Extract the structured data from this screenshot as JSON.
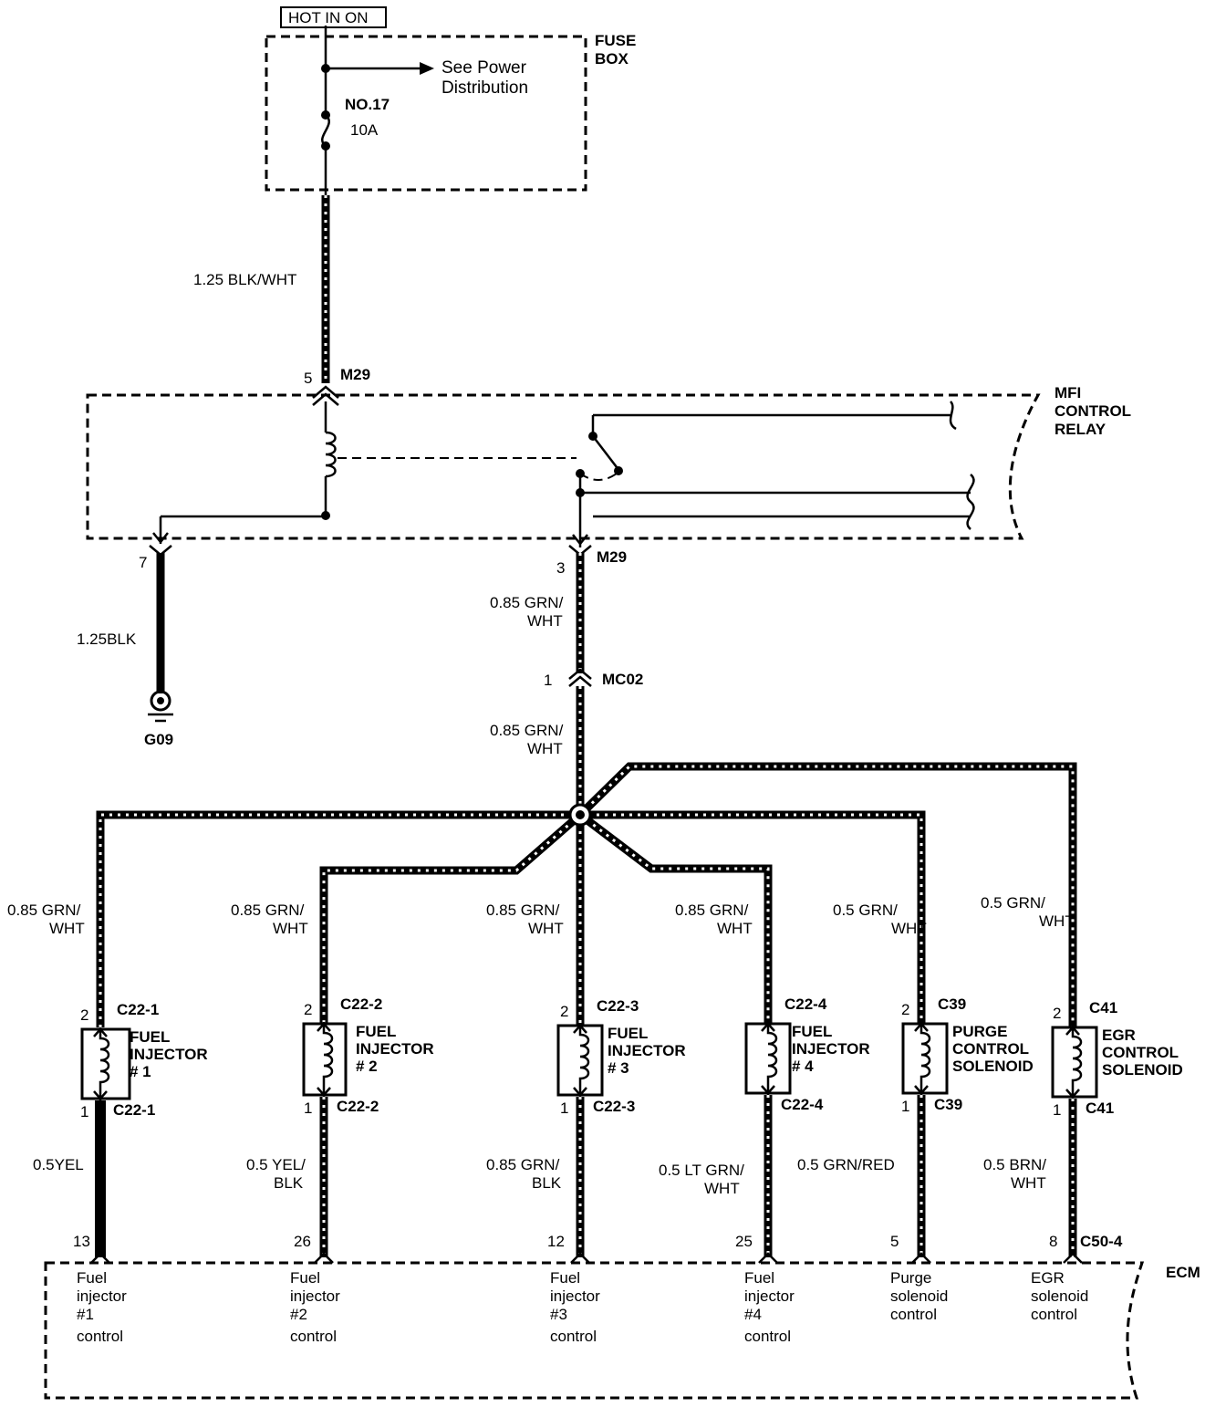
{
  "hot_label": "HOT IN ON",
  "fuse_box": {
    "title_line1": "FUSE",
    "title_line2": "BOX",
    "see_power_line1": "See Power",
    "see_power_line2": "Distribution",
    "fuse_no": "NO.17",
    "fuse_rating": "10A"
  },
  "wires": {
    "fuse_to_relay": "1.25 BLK/WHT",
    "ground_wire": "1.25BLK",
    "relay_out_a": "0.85 GRN/",
    "relay_out_b": "WHT",
    "mc02_out_a": "0.85 GRN/",
    "mc02_out_b": "WHT"
  },
  "relay": {
    "title_line1": "MFI",
    "title_line2": "CONTROL",
    "title_line3": "RELAY",
    "pin_top": "5",
    "conn_top": "M29",
    "pin_left": "7",
    "pin_right": "3",
    "conn_bottom": "M29"
  },
  "ground": {
    "label": "G09"
  },
  "mc02": {
    "pin": "1",
    "label": "MC02"
  },
  "ecm": {
    "label": "ECM",
    "conn": "C50-4"
  },
  "branches": [
    {
      "in_a": "0.85 GRN/",
      "in_b": "WHT",
      "pin_top": "2",
      "conn_top": "C22-1",
      "name1": "FUEL",
      "name2": "INJECTOR",
      "name3": "# 1",
      "pin_bot": "1",
      "conn_bot": "C22-1",
      "out_a": "0.5YEL",
      "out_b": "",
      "ecm_pin": "13",
      "ecm1": "Fuel",
      "ecm2": "injector",
      "ecm3": "#1",
      "ecm4": "control"
    },
    {
      "in_a": "0.85 GRN/",
      "in_b": "WHT",
      "pin_top": "2",
      "conn_top": "C22-2",
      "name1": "FUEL",
      "name2": "INJECTOR",
      "name3": "# 2",
      "pin_bot": "1",
      "conn_bot": "C22-2",
      "out_a": "0.5 YEL/",
      "out_b": "BLK",
      "ecm_pin": "26",
      "ecm1": "Fuel",
      "ecm2": "injector",
      "ecm3": "#2",
      "ecm4": "control"
    },
    {
      "in_a": "0.85 GRN/",
      "in_b": "WHT",
      "pin_top": "2",
      "conn_top": "C22-3",
      "name1": "FUEL",
      "name2": "INJECTOR",
      "name3": "# 3",
      "pin_bot": "1",
      "conn_bot": "C22-3",
      "out_a": "0.85 GRN/",
      "out_b": "BLK",
      "ecm_pin": "12",
      "ecm1": "Fuel",
      "ecm2": "injector",
      "ecm3": "#3",
      "ecm4": "control"
    },
    {
      "in_a": "0.85 GRN/",
      "in_b": "WHT",
      "pin_top": "",
      "conn_top": "C22-4",
      "name1": "FUEL",
      "name2": "INJECTOR",
      "name3": "# 4",
      "pin_bot": "",
      "conn_bot": "C22-4",
      "out_a": "0.5 LT GRN/",
      "out_b": "WHT",
      "ecm_pin": "25",
      "ecm1": "Fuel",
      "ecm2": "injector",
      "ecm3": "#4",
      "ecm4": "control"
    },
    {
      "in_a": "0.5 GRN/",
      "in_b": "WHT",
      "pin_top": "2",
      "conn_top": "C39",
      "name1": "PURGE",
      "name2": "CONTROL",
      "name3": "SOLENOID",
      "pin_bot": "1",
      "conn_bot": "C39",
      "out_a": "0.5 GRN/RED",
      "out_b": "",
      "ecm_pin": "5",
      "ecm1": "Purge",
      "ecm2": "solenoid",
      "ecm3": "control",
      "ecm4": ""
    },
    {
      "in_a": "0.5 GRN/",
      "in_b": "WHT",
      "pin_top": "2",
      "conn_top": "C41",
      "name1": "EGR",
      "name2": "CONTROL",
      "name3": "SOLENOID",
      "pin_bot": "1",
      "conn_bot": "C41",
      "out_a": "0.5 BRN/",
      "out_b": "WHT",
      "ecm_pin": "8",
      "ecm1": "EGR",
      "ecm2": "solenoid",
      "ecm3": "control",
      "ecm4": ""
    }
  ]
}
